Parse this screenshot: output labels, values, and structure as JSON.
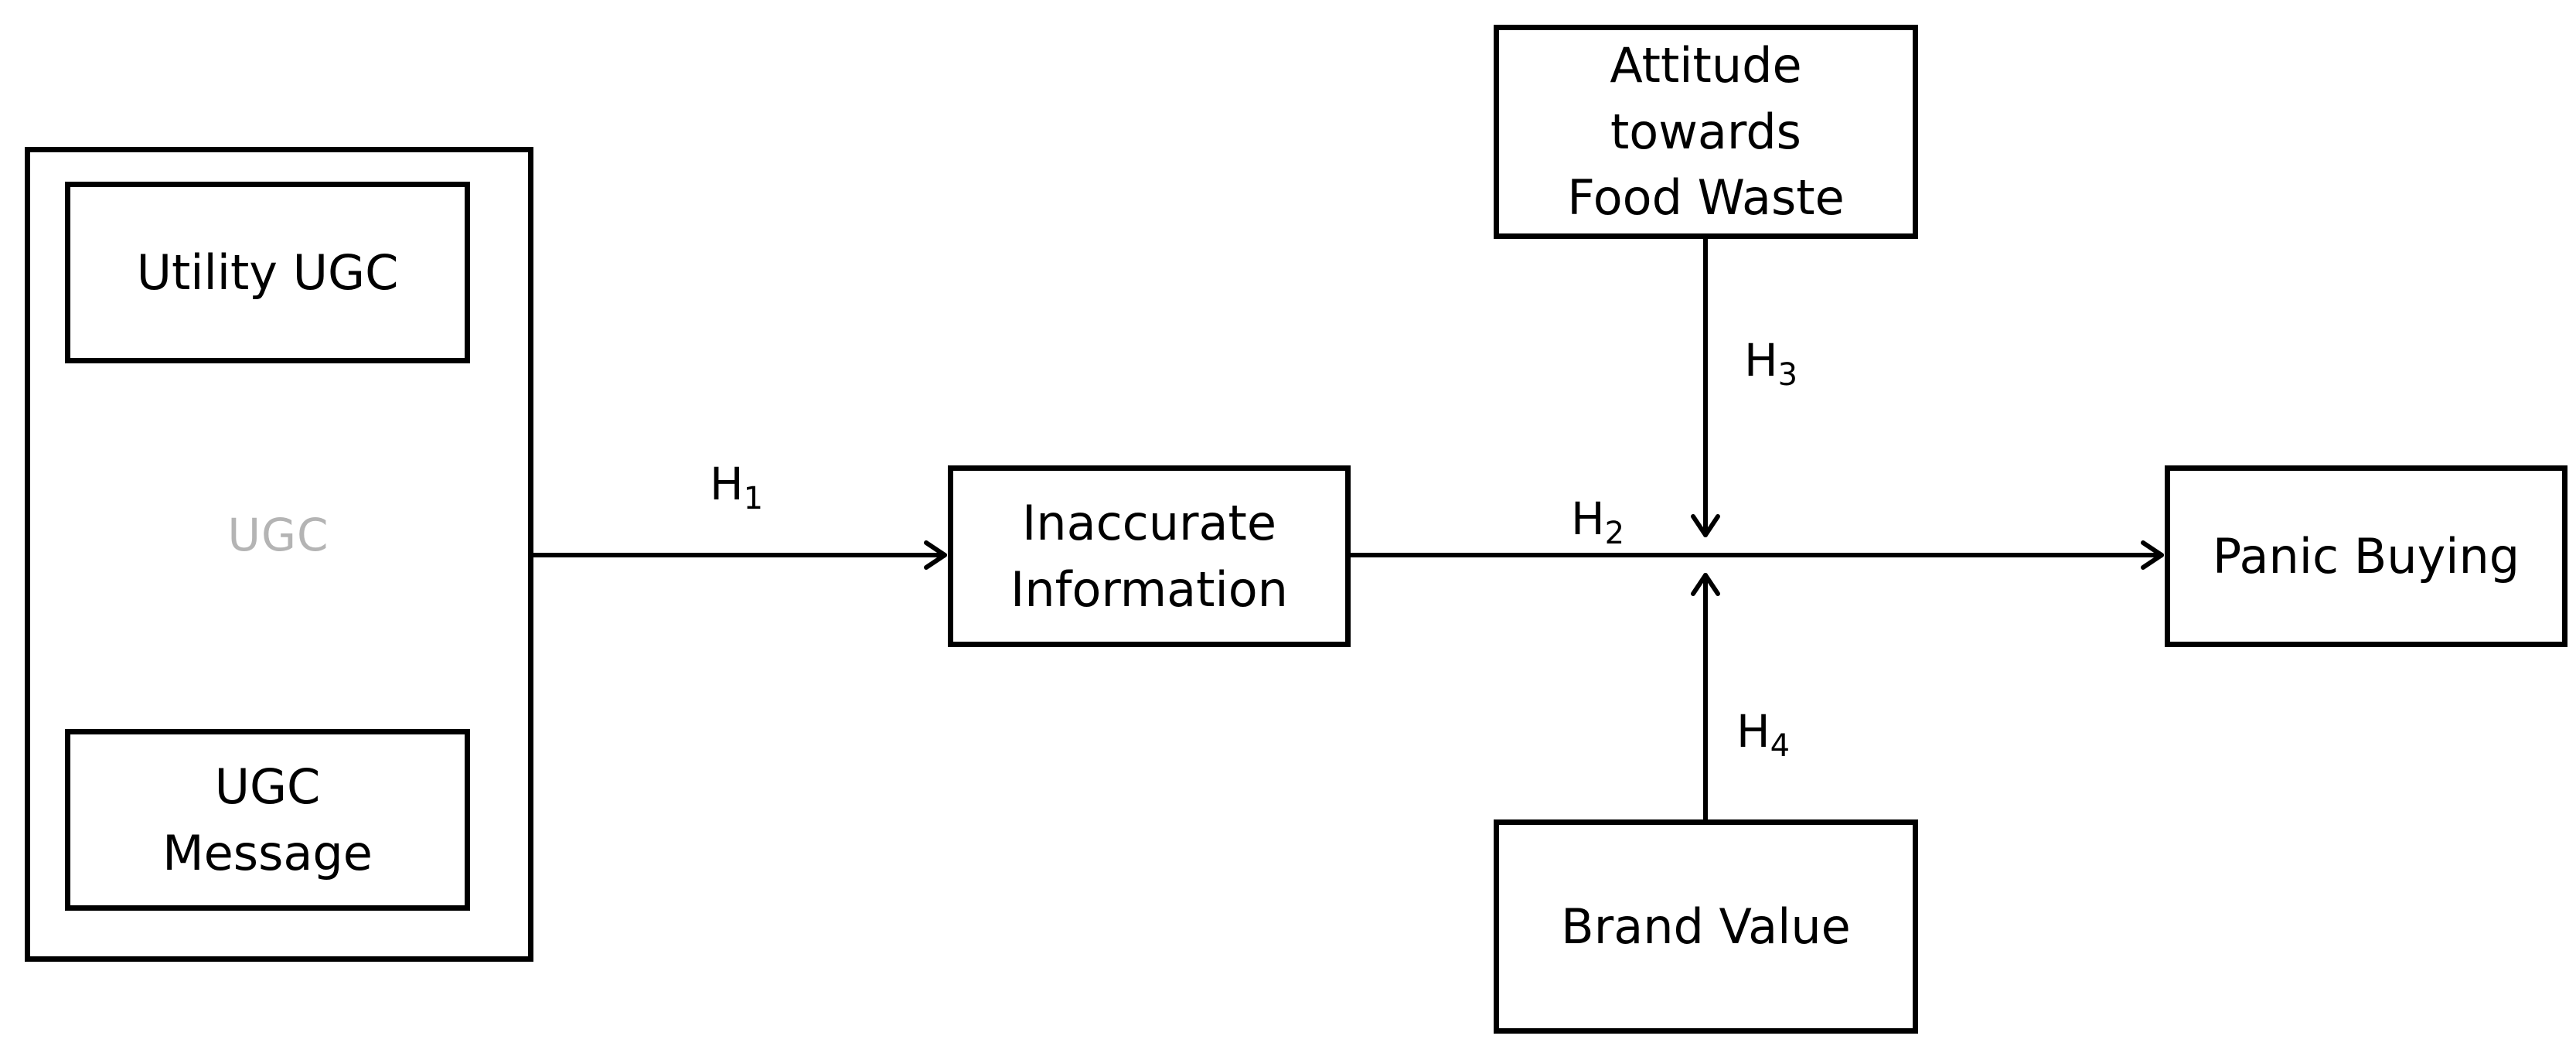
{
  "diagram": {
    "ugc_group": {
      "label": "UGC",
      "utility": "Utility UGC",
      "message_line1": "UGC",
      "message_line2": "Message"
    },
    "inaccurate": {
      "line1": "Inaccurate",
      "line2": "Information"
    },
    "attitude": {
      "line1": "Attitude",
      "line2": "towards",
      "line3": "Food Waste"
    },
    "brand_value": "Brand Value",
    "panic_buying": "Panic Buying",
    "hypotheses": {
      "h1": {
        "letter": "H",
        "num": "1"
      },
      "h2": {
        "letter": "H",
        "num": "2"
      },
      "h3": {
        "letter": "H",
        "num": "3"
      },
      "h4": {
        "letter": "H",
        "num": "4"
      }
    },
    "colors": {
      "stroke": "#000000",
      "group_label": "#b4b4b4"
    }
  }
}
